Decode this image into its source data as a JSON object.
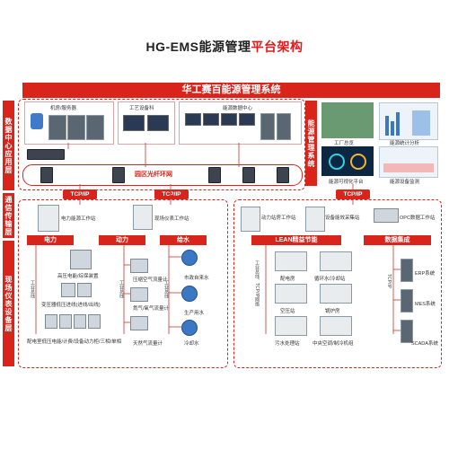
{
  "title_black": "HG-EMS能源管理",
  "title_red": "平台架构",
  "banner": "华工赛百能源管理系统",
  "side": {
    "data_center": "数据中心应用层",
    "comm": "通信传输层",
    "field": "现场仪表设备层",
    "ems": "能源管理系统"
  },
  "dc": {
    "host_server": "机房/服务器",
    "process_eq": "工艺设备科",
    "energy_dc": "能源数据中心"
  },
  "ems_panel": {
    "factory_view": "工厂总览",
    "energy_stats": "能源统计分析",
    "visual_platform": "能源可视化平台",
    "monitor": "能源设备监测"
  },
  "ring_net": "园区光纤环网",
  "tcp": [
    "TCP/IP",
    "TCP/IP",
    "TCP/IP"
  ],
  "stations": {
    "power_station": "电力能源工作站",
    "field_ws": "现场仪表工作站",
    "power_sub": "动力站房工作站",
    "eff_collect": "设备能效采集站",
    "opc": "OPC数据工作站"
  },
  "cats": {
    "power": "电力",
    "motive": "动力",
    "water": "给水",
    "lean": "LEAN精益节能",
    "data_integ": "数据集成"
  },
  "power_items": {
    "hv": "高压电能/综保装置",
    "trans": "变压器低压进线(进线/出线)",
    "meters": "配电室低压电能/计费/设备动力柜/三相/单相"
  },
  "motive_items": {
    "air": "压缩空气流量计",
    "n2": "氮气/氧气流量计",
    "gas": "天然气流量计"
  },
  "water_items": {
    "city": "市政自来水",
    "prod": "生产用水",
    "cool": "冷却水"
  },
  "lean_items": {
    "substation": "配电房",
    "cool_tower": "循环水/冷却站",
    "air_station": "空压站",
    "boiler": "锅炉房",
    "sewage": "污水处理站",
    "hvac": "中央空调/制冷机组"
  },
  "integ_items": {
    "erp": "ERP系统",
    "mes": "MES系统",
    "scada": "SCADA系统"
  },
  "bus_labels": {
    "field_bus_a": "工业总线",
    "field_bus_b": "工业总线",
    "field_bus_c": "工业总线",
    "lean_bus": "工业总线、TCP/IP网络",
    "integ_tcp": "TCP/IP"
  }
}
